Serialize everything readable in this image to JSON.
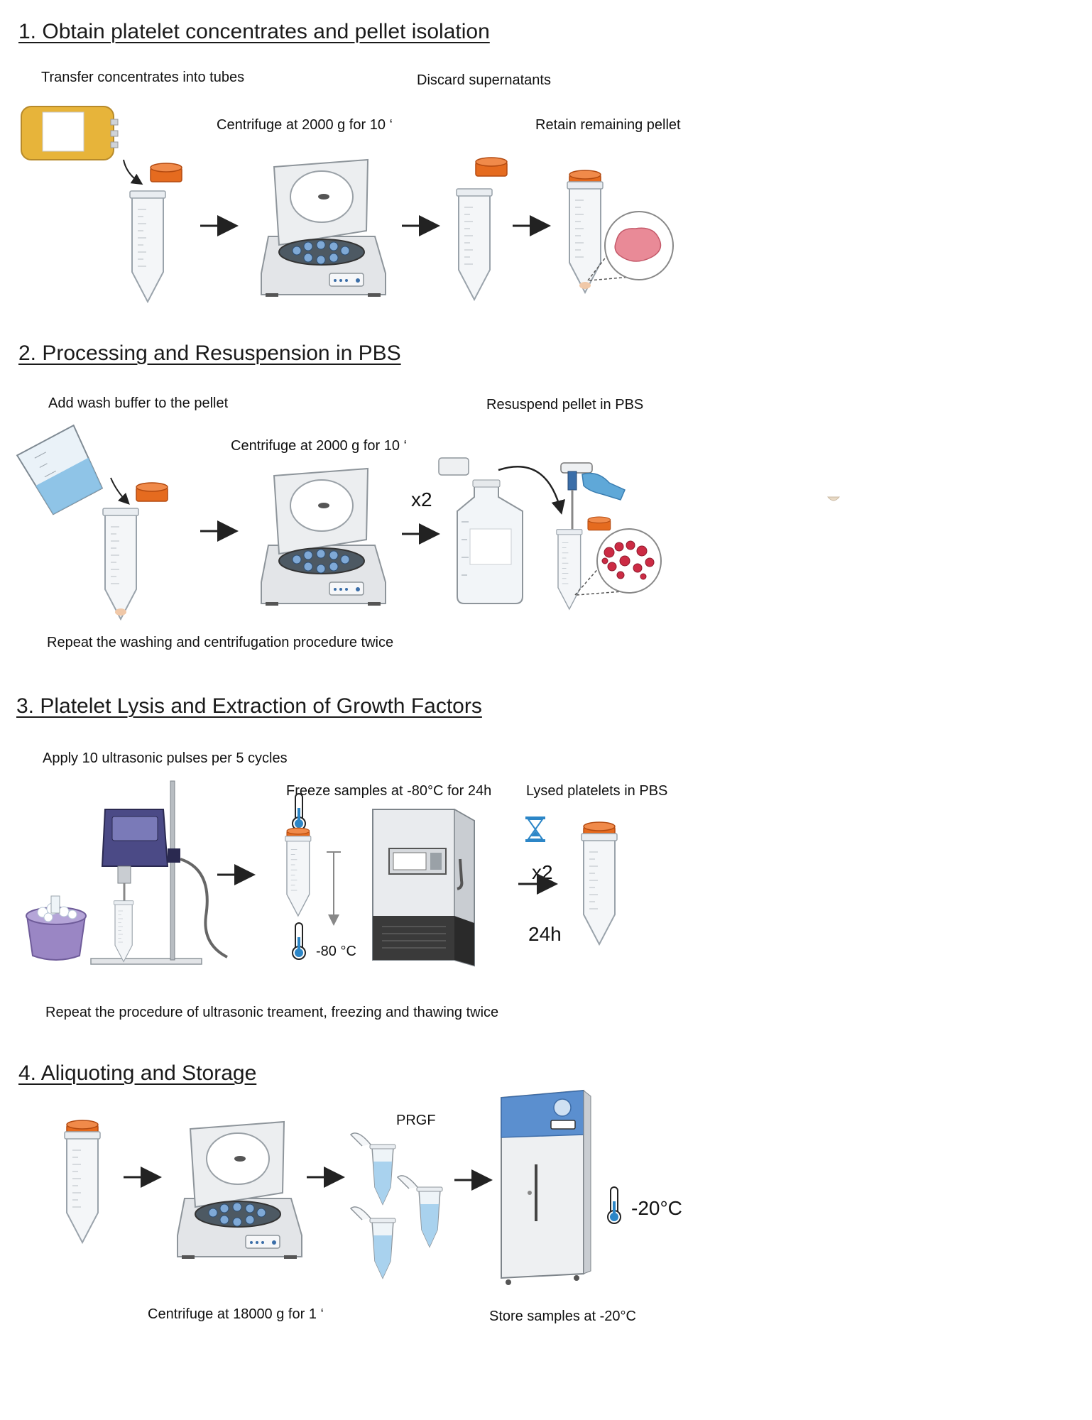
{
  "sections": [
    {
      "title": "1. Obtain platelet concentrates and pellet isolation",
      "labels": {
        "transfer": "Transfer concentrates into tubes",
        "discard": "Discard supernatants",
        "centrifuge": "Centrifuge at 2000 g for 10 ‘",
        "retain": "Retain remaining pellet"
      }
    },
    {
      "title": "2. Processing and Resuspension in PBS",
      "labels": {
        "add_buffer": "Add wash buffer to the pellet",
        "resuspend": "Resuspend pellet in PBS",
        "centrifuge": "Centrifuge at 2000 g for 10 ‘",
        "times": "x2",
        "repeat": "Repeat the washing and centrifugation procedure twice"
      }
    },
    {
      "title": "3. Platelet Lysis and Extraction of Growth Factors",
      "labels": {
        "ultrasonic": "Apply 10 ultrasonic pulses per 5 cycles",
        "freeze": "Freeze samples at -80°C for 24h",
        "lysed": "Lysed platelets in PBS",
        "temp": "-80 °C",
        "times": "x2",
        "duration": "24h",
        "repeat": "Repeat the procedure of ultrasonic treament, freezing and thawing twice"
      }
    },
    {
      "title": "4. Aliquoting and Storage ",
      "labels": {
        "prgf": "PRGF",
        "centrifuge": "Centrifuge at 18000 g for 1 ‘",
        "store": "Store samples  at -20°C",
        "temp": "-20°C"
      }
    }
  ],
  "colors": {
    "cap": "#e56b1f",
    "plasma": "#f3d27a",
    "pbs": "#a9d2ee",
    "pellet_pink": "#e98a97",
    "pellet_red": "#cc2b44",
    "freezer_dark": "#3a3a3a",
    "ice_bucket": "#9a86c4",
    "sonicator": "#4b4a86",
    "fridge_top": "#5b8fcf"
  }
}
